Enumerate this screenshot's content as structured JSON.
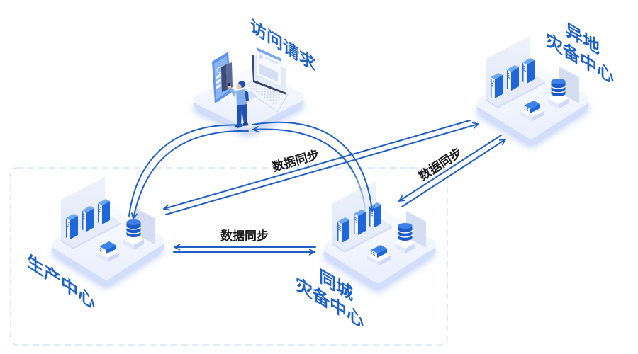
{
  "nodes": {
    "access_request": {
      "label": "访问请求",
      "icon": "user-with-laptop-and-phone"
    },
    "production_center": {
      "label": "生产中心",
      "icon": "server-platform"
    },
    "same_city_dr": {
      "label_line1": "同城",
      "label_line2": "灾备中心",
      "icon": "server-platform"
    },
    "remote_dr": {
      "label_line1": "异地",
      "label_line2": "灾备中心",
      "icon": "server-platform"
    }
  },
  "links": [
    {
      "from": "生产中心",
      "to": "同城灾备中心",
      "label": "数据同步",
      "direction": "bidirectional"
    },
    {
      "from": "生产中心",
      "to": "异地灾备中心",
      "label": "数据同步",
      "direction": "bidirectional"
    },
    {
      "from": "同城灾备中心",
      "to": "异地灾备中心",
      "label": "数据同步",
      "direction": "bidirectional"
    },
    {
      "from": "访问请求",
      "to": "生产中心",
      "label": "",
      "direction": "bidirectional"
    },
    {
      "from": "访问请求",
      "to": "同城灾备中心",
      "label": "",
      "direction": "bidirectional"
    }
  ],
  "groups": [
    {
      "members": [
        "生产中心",
        "同城灾备中心"
      ],
      "border": "dashed"
    }
  ],
  "colors": {
    "accent": "#1b5fc8",
    "arrow": "#1f5fc5",
    "link_label": "#1a1a1a",
    "group_border": "#d6e4fb",
    "server_blue": "#1f67d8",
    "platform_top": "#f2f5fe"
  }
}
